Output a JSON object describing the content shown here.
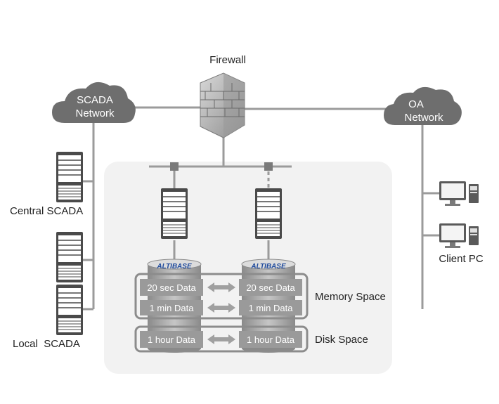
{
  "firewall": {
    "label": "Firewall"
  },
  "scada_network": {
    "line1": "SCADA",
    "line2": "Network"
  },
  "oa_network": {
    "line1": "OA",
    "line2": "Network"
  },
  "central_scada": {
    "label": "Central SCADA"
  },
  "local_scada": {
    "label": "Local  SCADA"
  },
  "client_pc": {
    "label": "Client PC"
  },
  "db_brand": "ALTIBASE",
  "memory_space": {
    "label": "Memory Space",
    "rows": [
      "20 sec Data",
      "1 min Data"
    ]
  },
  "disk_space": {
    "label": "Disk Space",
    "rows": [
      "1 hour Data"
    ]
  },
  "colors": {
    "cloud": "#6e6e6e",
    "line": "#9b9b9b",
    "panel": "#f2f2f2",
    "server": "#4a4a4a",
    "db_fill": "#a8a8a8",
    "frame": "#8c8c8c",
    "brand": "#1f4a9c"
  }
}
